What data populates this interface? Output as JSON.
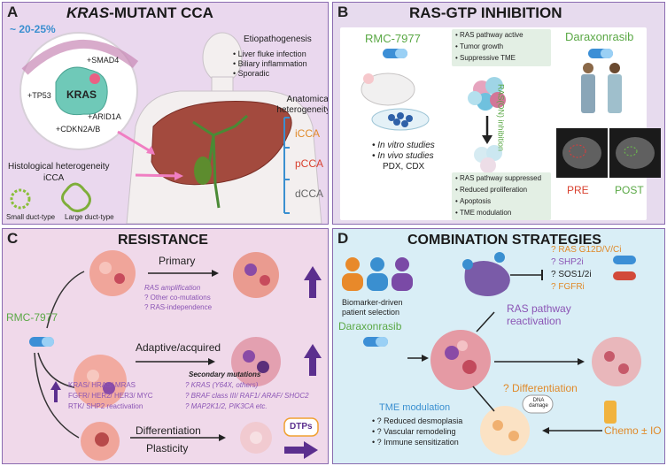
{
  "panelA": {
    "letter": "A",
    "title_italic": "KRAS",
    "title_rest": "-MUTANT CCA",
    "prevalence": "~ 20-25%",
    "gene_center": "KRAS",
    "mut_smad4": "+SMAD4",
    "mut_tp53": "+TP53",
    "mut_arid1a": "+ARID1A",
    "mut_cdkn2a": "+CDKN2A/B",
    "etio_title": "Etiopathogenesis",
    "etio_items": [
      "Liver fluke infection",
      "Biliary inflammation",
      "Sporadic"
    ],
    "anat_title": "Anatomical heterogeneity",
    "icca": "iCCA",
    "pcca": "pCCA",
    "dcca": "dCCA",
    "histo_title": "Histological heterogeneity",
    "histo_sub": "iCCA",
    "small_duct": "Small duct-type",
    "large_duct": "Large duct-type"
  },
  "panelB": {
    "letter": "B",
    "title": "RAS-GTP INHIBITION",
    "drug_left": "RMC-7977",
    "drug_right": "Daraxonrasib",
    "top_box_items": [
      "RAS pathway active",
      "Tumor growth",
      "Suppressive TME"
    ],
    "rason_label": "RAS(ON) inhibition",
    "study_items": [
      "In vitro studies",
      "In vivo studies"
    ],
    "study_sub": "PDX, CDX",
    "bottom_box_items": [
      "RAS pathway suppressed",
      "Reduced proliferation",
      "Apoptosis",
      "TME modulation"
    ],
    "pre_label": "PRE",
    "post_label": "POST"
  },
  "panelC": {
    "letter": "C",
    "title": "RESISTANCE",
    "drug": "RMC-7977",
    "primary": "Primary",
    "primary_items": [
      "RAS amplification",
      "? Other co-mutations",
      "? RAS-independence"
    ],
    "adaptive": "Adaptive/acquired",
    "reactivation_items": [
      "KRAS/ HRAS/ MRAS",
      "FGFR/ HER2/ HER3/ MYC",
      "RTK/ SHP2 reactivation"
    ],
    "secondary_title": "Secondary mutations",
    "secondary_items": [
      "? KRAS (Y64X, others)",
      "? BRAF class III/ RAF1/ ARAF/ SHOC2",
      "? MAP2K1/2, PIK3CA etc."
    ],
    "differentiation": "Differentiation",
    "plasticity": "Plasticity",
    "dtps": "DTPs"
  },
  "panelD": {
    "letter": "D",
    "title": "COMBINATION STRATEGIES",
    "biomarker": "Biomarker-driven patient selection",
    "drug": "Daraxonrasib",
    "reactivation": "RAS pathway reactivation",
    "combos": [
      "? RAS G12D/V/Ci",
      "? SHP2i",
      "? SOS1/2i",
      "? FGFRi"
    ],
    "differentiation": "? Differentiation",
    "tme_title": "TME modulation",
    "tme_items": [
      "? Reduced desmoplasia",
      "? Vascular remodeling",
      "? Immune sensitization"
    ],
    "dna_damage": "DNA damage",
    "chemo": "Chemo ± IO"
  },
  "colors": {
    "green": "#5aa845",
    "purple": "#8b55b5",
    "orange": "#e08a2a",
    "red": "#d9412f",
    "blue": "#3a8fd0",
    "panelA_bg": "#ead8ee",
    "panelB_bg": "#e7dbee",
    "panelC_bg": "#f0d9ea",
    "panelD_bg": "#d9eef6"
  }
}
